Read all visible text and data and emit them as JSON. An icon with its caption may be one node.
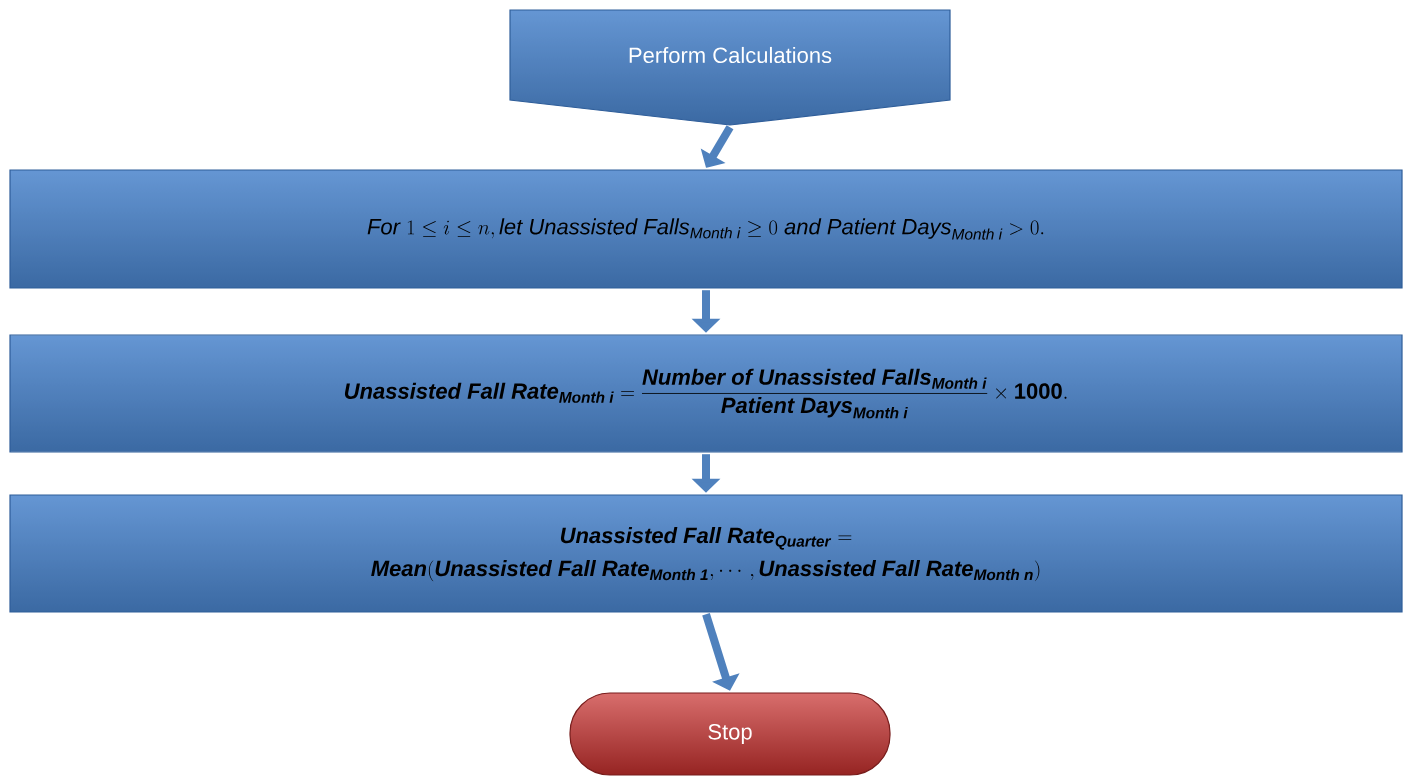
{
  "diagram": {
    "nodes": [
      {
        "text": [
          "Perform Calculations"
        ]
      },
      {
        "text": [
          "\\textit{For}\\ 1 \\le i \\le n, \\textit{let Unassisted Falls}_{\\textit{Month i}} \\ge 0\\ \\textit{and Patient Days}_{\\textit{Month i}} > 0."
        ]
      },
      {
        "text": [
          "\\textbf{\\textit{Unassisted Fall Rate}}_{\\textbf{\\textit{Month i}}} = \\dfrac{\\textbf{\\textit{Number of Unassisted Falls}}_{\\textbf{\\textit{Month i}}}}{\\textbf{\\textit{Patient Days}}_{\\textbf{\\textit{Month i}}}} \\times \\mathbf{1000}."
        ]
      },
      {
        "text": [
          "\\begin{gathered}\\textbf{\\textit{Unassisted Fall Rate}}_{\\textbf{\\textit{Quarter}}} = \\\\ \\textbf{\\textit{Mean}}(\\textbf{\\textit{Unassisted Fall Rate}}_{\\textbf{\\textit{Month 1}}}, \\cdots, \\textbf{\\textit{Unassisted Fall Rate}}_{\\textbf{\\textit{Month n}}})\\end{gathered}"
        ]
      },
      {
        "text": [
          "Stop"
        ]
      }
    ],
    "edges": [
      {
        "from": 0,
        "to": 1,
        "arrow": "to"
      },
      {
        "from": 1,
        "to": 2,
        "arrow": "to"
      },
      {
        "from": 2,
        "to": 3,
        "arrow": "to"
      },
      {
        "from": 3,
        "to": 4,
        "arrow": "to"
      }
    ]
  }
}
